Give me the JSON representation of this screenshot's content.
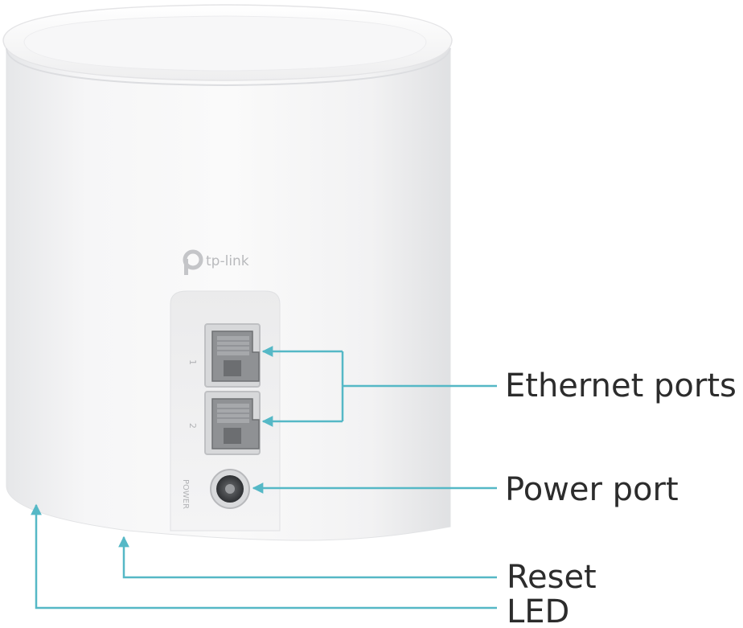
{
  "brand": {
    "logo_text": "tp-link"
  },
  "port_labels": {
    "port1": "1",
    "port2": "2",
    "power": "POWER"
  },
  "callouts": {
    "ethernet": "Ethernet ports",
    "power": "Power port",
    "reset": "Reset",
    "led": "LED"
  },
  "colors": {
    "callout_line": "#55b8c6",
    "label_text": "#2c2c2c",
    "device_body": "#f4f4f5"
  }
}
